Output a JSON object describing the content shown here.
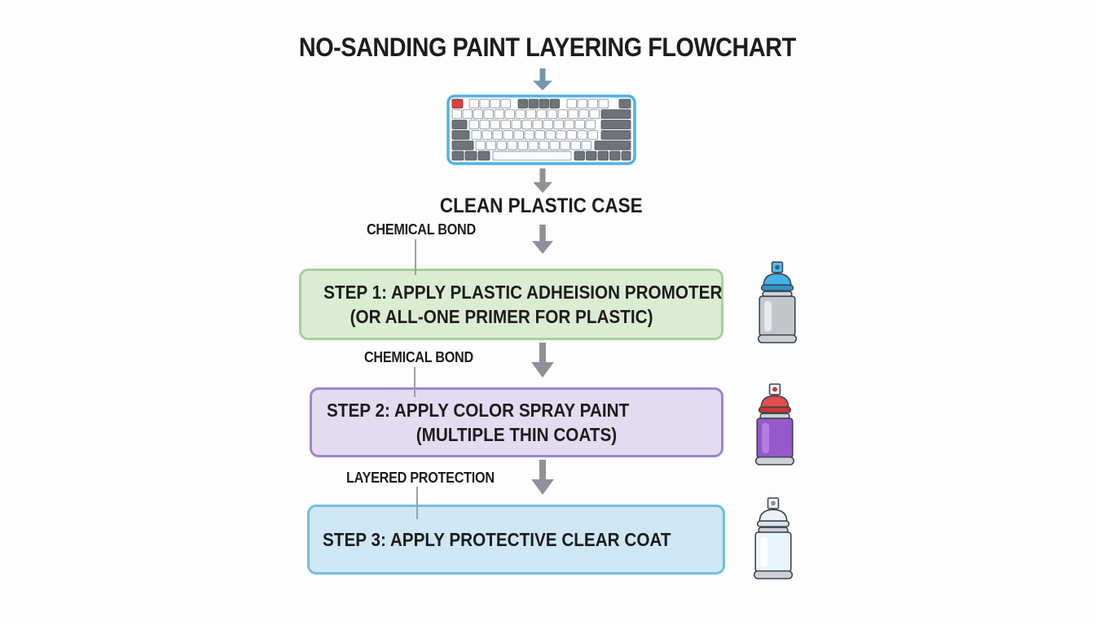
{
  "title": "NO-SANDING PAINT LAYERING FLOWCHART",
  "keyboard": {
    "caption": "CLEAN PLASTIC CASE",
    "icon": "keyboard-illustration"
  },
  "steps": [
    {
      "annotation": "CHEMICAL BOND",
      "line1": "STEP 1: APPLY PLASTIC ADHEISION PROMOTER",
      "line2": "(OR ALL-ONE PRIMER FOR PLASTIC)",
      "icon": "primer-spray-can-icon"
    },
    {
      "annotation": "CHEMICAL BOND",
      "line1": "STEP 2: APPLY COLOR SPRAY PAINT",
      "line2": "(MULTIPLE THIN COATS)",
      "icon": "color-spray-can-icon"
    },
    {
      "annotation": "LAYERED PROTECTION",
      "line1": "STEP 3: APPLY PROTECTIVE CLEAR COAT",
      "icon": "clear-coat-spray-can-icon"
    }
  ],
  "colors": {
    "bg": "#fdfdfd",
    "ink": "#1d1d1d",
    "arrow-blue": "#7396ad",
    "arrow-gray": "#8d9296",
    "connector": "#9aa0a8",
    "keyboard-border": "#4fb2e8",
    "key-dark": "#6e737a",
    "key-light": "#fcfcfc",
    "esc-red": "#d8413f",
    "step1-fill": "#dcecd3",
    "step1-border": "#a9cf99",
    "step2-fill": "#e3dcf0",
    "step2-border": "#9d86c9",
    "step3-fill": "#cfe7f4",
    "step3-border": "#74bedf",
    "can-metal": "#ccd0d4",
    "can-outline": "#3f444a",
    "can1-cap": "#43b2e8",
    "can1-cap-dark": "#2b94cb",
    "can1-body": "#c3c7cc",
    "can1-body-hi": "#e8eaed",
    "can1-nozzle": "#54bdea",
    "can1-dot": "#1d6c94",
    "can2-cap": "#e14c4c",
    "can2-cap-dark": "#c73737",
    "can2-body": "#9659c9",
    "can2-body-hi": "#b47ee2",
    "can2-nozzle": "#f3f5f6",
    "can2-dot": "#d63232",
    "can3-cap": "#e9f2f8",
    "can3-cap-dark": "#d7e4ed",
    "can3-body": "#eaf3f9",
    "can3-body-hi": "#fbfdfe",
    "can3-nozzle": "#f5f8fa",
    "can3-dot": "#899096"
  }
}
